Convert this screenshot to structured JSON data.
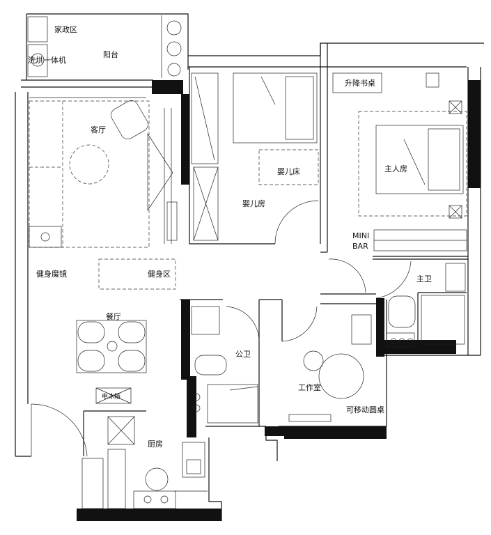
{
  "labels": {
    "housekeeping": "家政区",
    "washer_dryer": "洗烘一体机",
    "balcony": "阳台",
    "living_room": "客厅",
    "crib": "婴儿床",
    "nursery": "婴儿房",
    "lift_desk": "升降书桌",
    "master_bedroom": "主人房",
    "mini_bar_1": "MINI",
    "mini_bar_2": "BAR",
    "fitness_mirror": "健身魔镜",
    "fitness_area": "健身区",
    "master_bath": "主卫",
    "dining_room": "餐厅",
    "public_bath": "公卫",
    "studio": "工作室",
    "movable_round_table": "可移动圆桌",
    "fridge": "电冰箱",
    "kitchen": "厨房"
  }
}
